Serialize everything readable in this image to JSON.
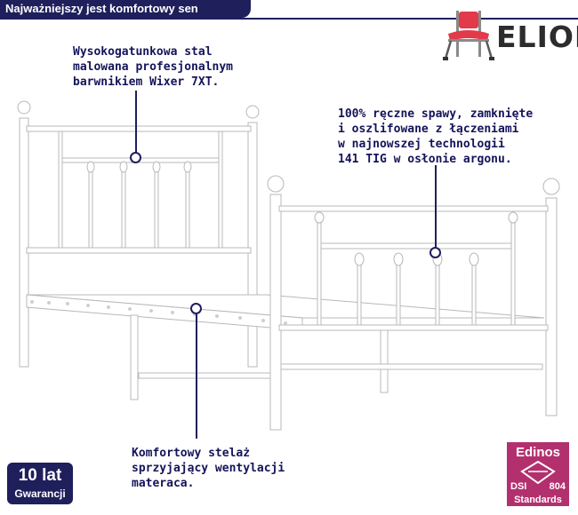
{
  "header": {
    "title": "Najważniejszy jest komfortowy sen"
  },
  "brand": {
    "name": "ELIOR",
    "chair_color": "#e23a4a",
    "accent_color": "#1f1f5c"
  },
  "callouts": {
    "steel": {
      "lines": [
        "Wysokogatunkowa stal",
        "malowana profesjonalnym",
        "barwnikiem Wixer 7XT."
      ]
    },
    "welds": {
      "lines": [
        "100% ręczne spawy, zamknięte",
        "i oszlifowane z łączeniami",
        "w najnowszej technologii",
        "141 TIG w osłonie argonu."
      ]
    },
    "frame": {
      "lines": [
        "Komfortowy stelaż",
        "sprzyjający wentylacji",
        "materaca."
      ]
    }
  },
  "warranty": {
    "line1": "10 lat",
    "line2": "Gwarancji"
  },
  "certificate": {
    "brand": "Edinos",
    "left": "DSI",
    "right": "804",
    "bottom": "Standards",
    "color": "#b3306e"
  }
}
